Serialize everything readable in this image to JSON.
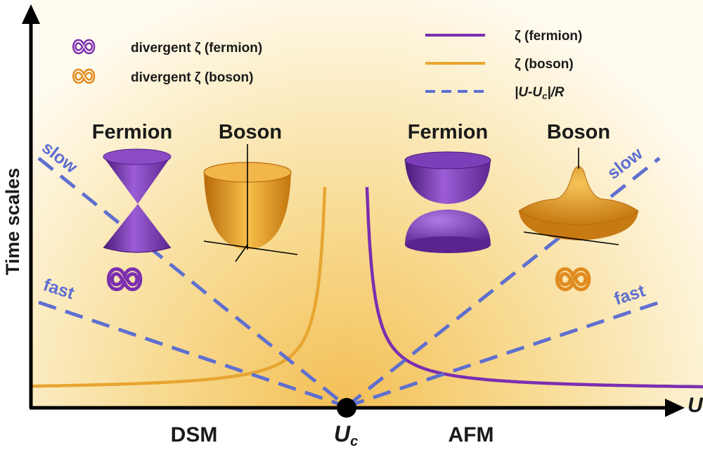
{
  "axes": {
    "y_label": "Time scales",
    "x_label": "U",
    "critical_point": "U",
    "critical_point_sub": "c"
  },
  "phases": {
    "left": "DSM",
    "right": "AFM"
  },
  "legend_left": [
    {
      "symbol": "∞",
      "color": "#7b2fb0",
      "label": "divergent ζ (fermion)"
    },
    {
      "symbol": "∞",
      "color": "#e08a1e",
      "label": "divergent ζ (boson)"
    }
  ],
  "legend_right": [
    {
      "style": "solid",
      "color": "#7b2fb0",
      "label": "ζ (fermion)"
    },
    {
      "style": "solid",
      "color": "#e7a531",
      "label": "ζ (boson)"
    },
    {
      "style": "dashed",
      "color": "#5f6fd0",
      "label": "|U-U",
      "label_sub": "c",
      "label_tail": "|/R"
    }
  ],
  "left_panel": {
    "fermion_title": "Fermion",
    "boson_title": "Boson",
    "infinity": "∞",
    "infinity_color": "#7b2fb0"
  },
  "right_panel": {
    "fermion_title": "Fermion",
    "boson_title": "Boson",
    "infinity": "∞",
    "infinity_color": "#e08a1e"
  },
  "speed_labels": {
    "slow": "slow",
    "fast": "fast"
  },
  "colors": {
    "fermion": "#7b2fb0",
    "boson": "#e7a531",
    "dashed": "#5f6fd0",
    "background_light": "#fffdf2",
    "background_warm": "#f5c764"
  }
}
